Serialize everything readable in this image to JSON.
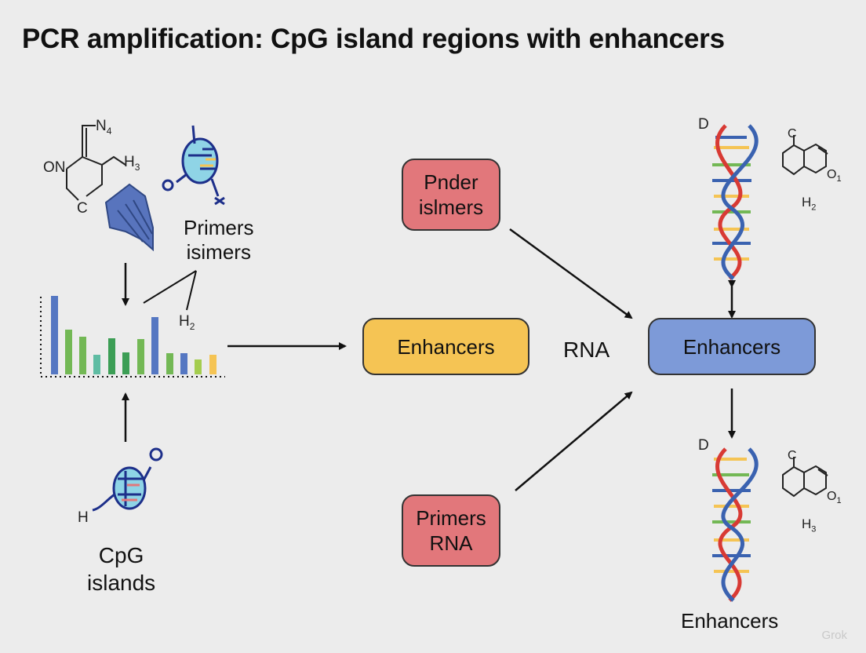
{
  "title": "PCR amplification: CpG island regions with enhancers",
  "nodes": {
    "pnder_box": {
      "line1": "Pnder",
      "line2": "islmers"
    },
    "enhancers_yellow": "Enhancers",
    "rna_label": "RNA",
    "enhancers_blue": "Enhancers",
    "primers_rna_box": {
      "line1": "Primers",
      "line2": "RNA"
    },
    "enhancers_bottom": "Enhancers",
    "primers_label": {
      "line1": "Primers",
      "line2": "isimers"
    },
    "cpg_label": {
      "line1": "CpG",
      "line2": "islands"
    }
  },
  "chem_labels": {
    "n4": "N",
    "n4_sub": "4",
    "on": "ON",
    "c_ring": "C",
    "h3_top": "H",
    "h3_top_sub": "3",
    "h2_chart": "H",
    "h2_chart_sub": "2",
    "h_cpg": "H",
    "d_top": "D",
    "c_top": "C",
    "o1_top": "O",
    "o1_top_sub": "1",
    "h2_right": "H",
    "h2_right_sub": "2",
    "d_bottom": "D",
    "c_bottom": "C",
    "o1_bottom": "O",
    "o1_bottom_sub": "1",
    "h3_right": "H",
    "h3_right_sub": "3"
  },
  "colors": {
    "pink": "#e2777b",
    "yellow": "#f5c454",
    "blue": "#7d9ad8",
    "dna_red": "#d83a34",
    "dna_blue": "#3a62b0"
  },
  "watermark": "Grok"
}
